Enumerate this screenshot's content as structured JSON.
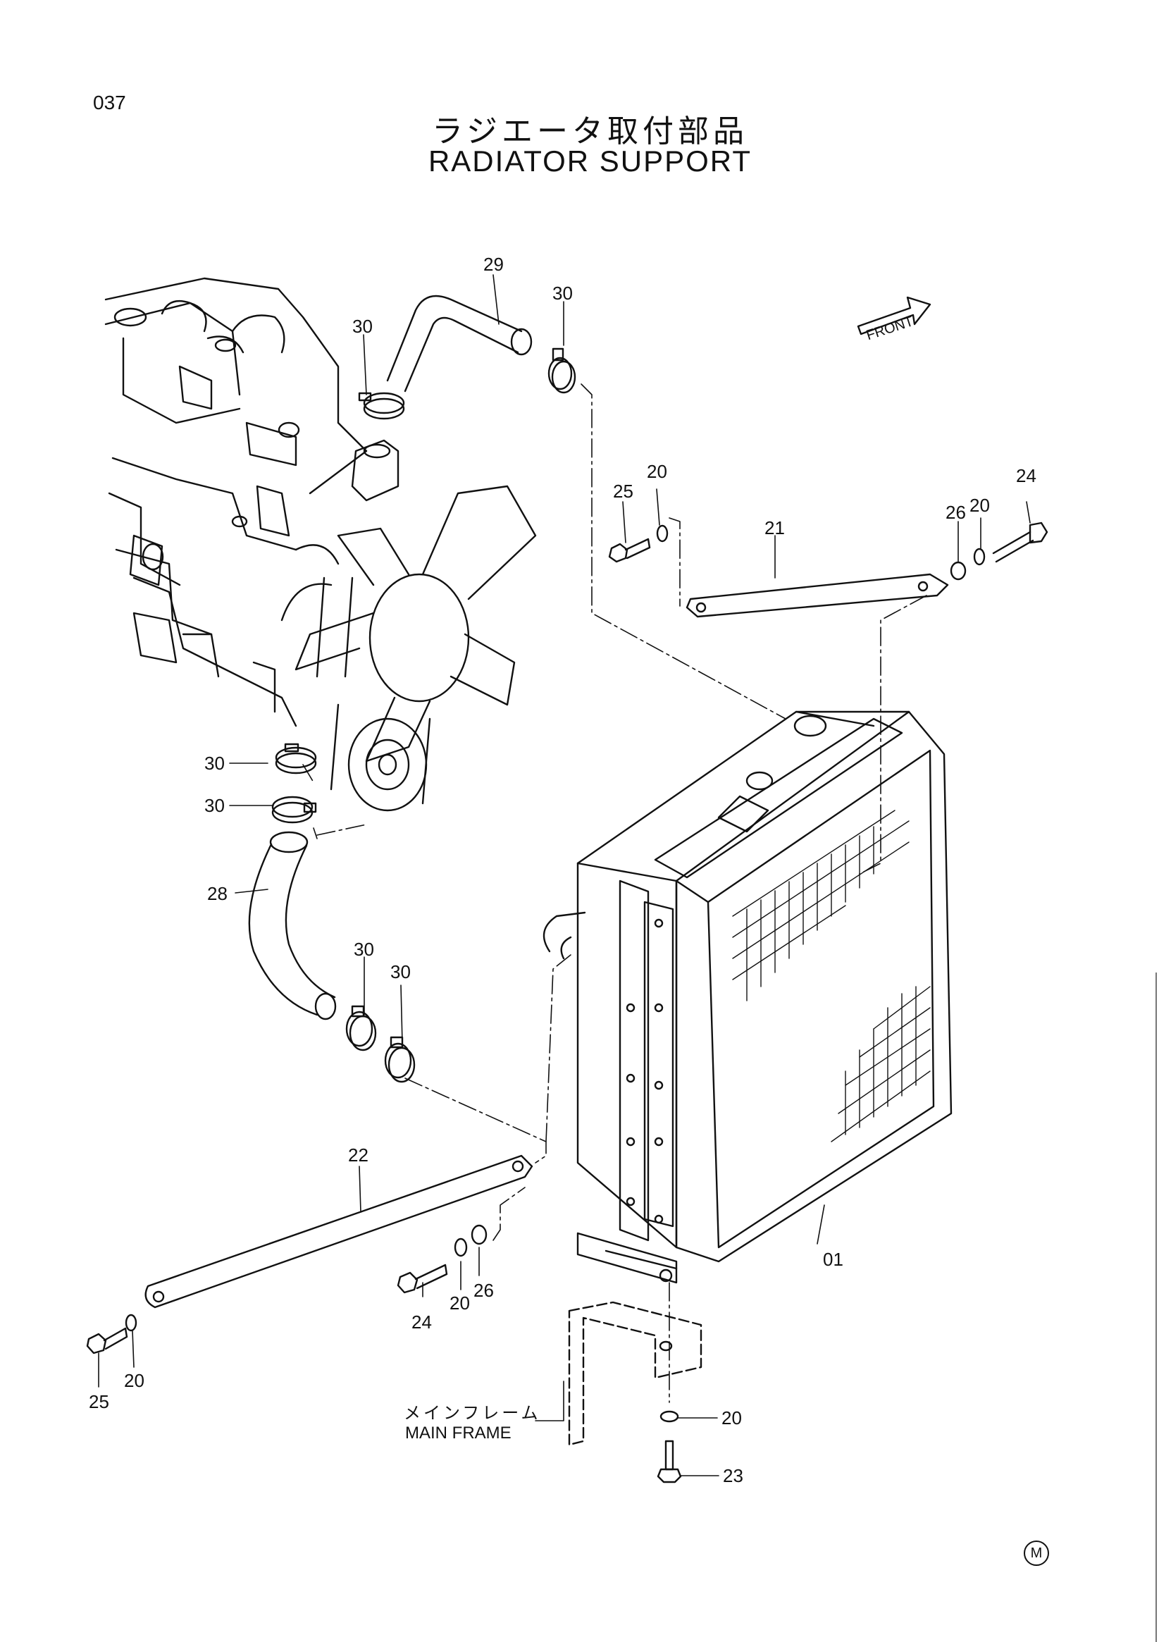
{
  "page_number": "037",
  "title_jp": "ラジエータ取付部品",
  "title_en": "RADIATOR SUPPORT",
  "front_label": "FRONT",
  "main_frame_jp": "メインフレーム",
  "main_frame_en": "MAIN FRAME",
  "footer_mark": "M",
  "callouts": {
    "c29": "29",
    "c30_top": "30",
    "c30_hose": "30",
    "c25_top": "25",
    "c20_top": "20",
    "c21": "21",
    "c26_top": "26",
    "c20_top_r": "20",
    "c24_top": "24",
    "c30_l1": "30",
    "c30_l2": "30",
    "c28": "28",
    "c30_m1": "30",
    "c30_m2": "30",
    "c22": "22",
    "c24_bot": "24",
    "c20_bot": "20",
    "c26_bot": "26",
    "c25_bot": "25",
    "c20_bot_l": "20",
    "c01": "01",
    "c20_frame": "20",
    "c23": "23"
  }
}
